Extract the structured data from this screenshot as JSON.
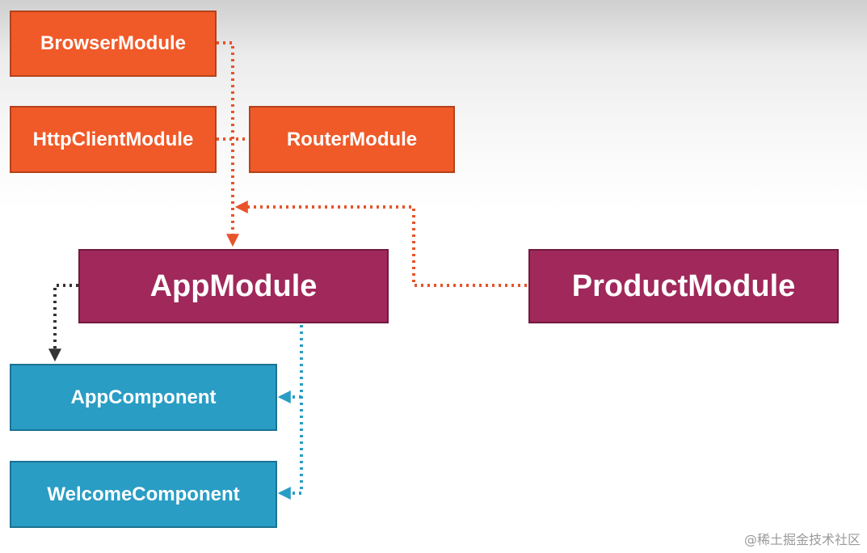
{
  "diagram": {
    "modules": {
      "browser": "BrowserModule",
      "http_client": "HttpClientModule",
      "router": "RouterModule",
      "app": "AppModule",
      "product": "ProductModule"
    },
    "components": {
      "app": "AppComponent",
      "welcome": "WelcomeComponent"
    }
  },
  "watermark": "@稀土掘金技术社区",
  "colors": {
    "library_module": "#f05a28",
    "feature_module": "#a0285a",
    "component": "#2a9dc4",
    "import_connector": "#e8542a",
    "bootstrap_connector": "#333333",
    "declaration_connector": "#2a9dc4"
  }
}
